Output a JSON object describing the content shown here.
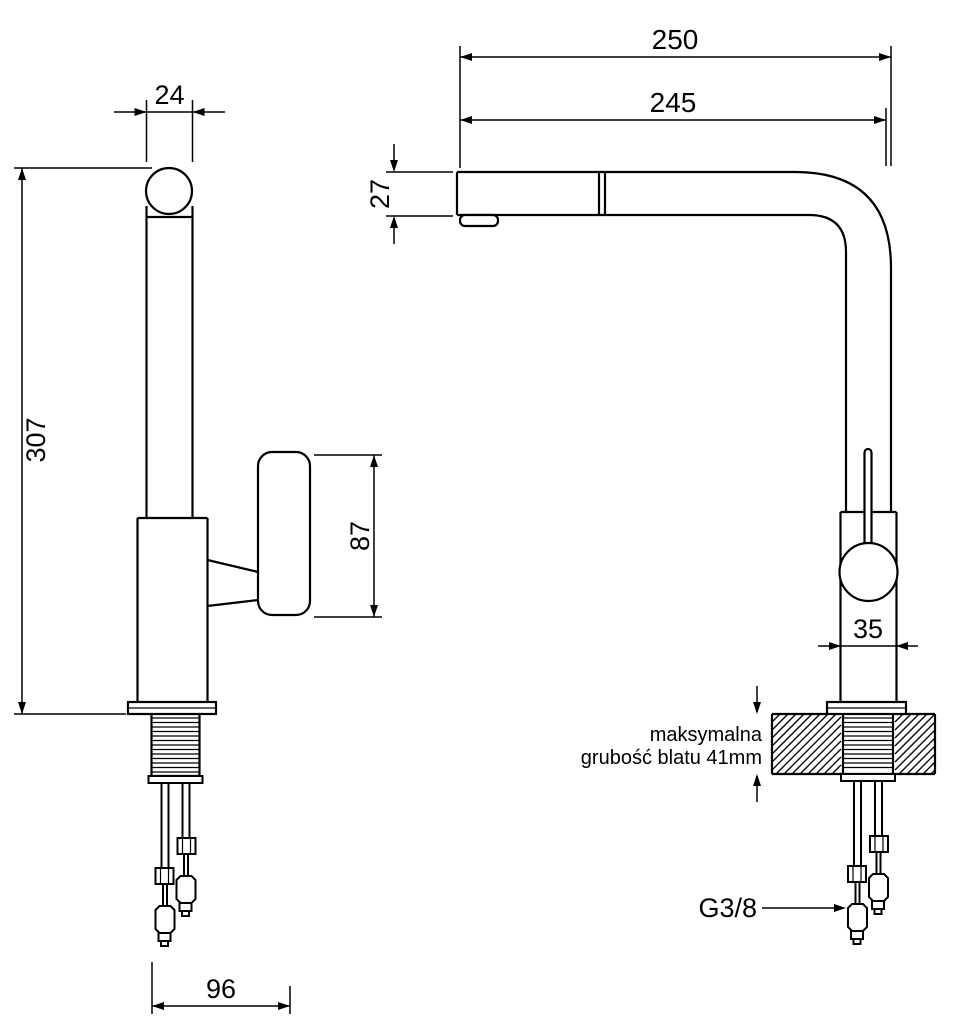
{
  "diagram": {
    "background": "#ffffff",
    "line_color": "#000000",
    "dims": {
      "spout_pipe_width": "24",
      "overall_depth": "250",
      "spout_reach": "245",
      "spout_tube_height": "27",
      "overall_height": "307",
      "handle_length": "87",
      "body_width": "35",
      "base_span": "96"
    },
    "notes": {
      "counter_line1": "maksymalna",
      "counter_line2": "grubość blatu 41mm",
      "thread_size": "G3/8"
    }
  }
}
